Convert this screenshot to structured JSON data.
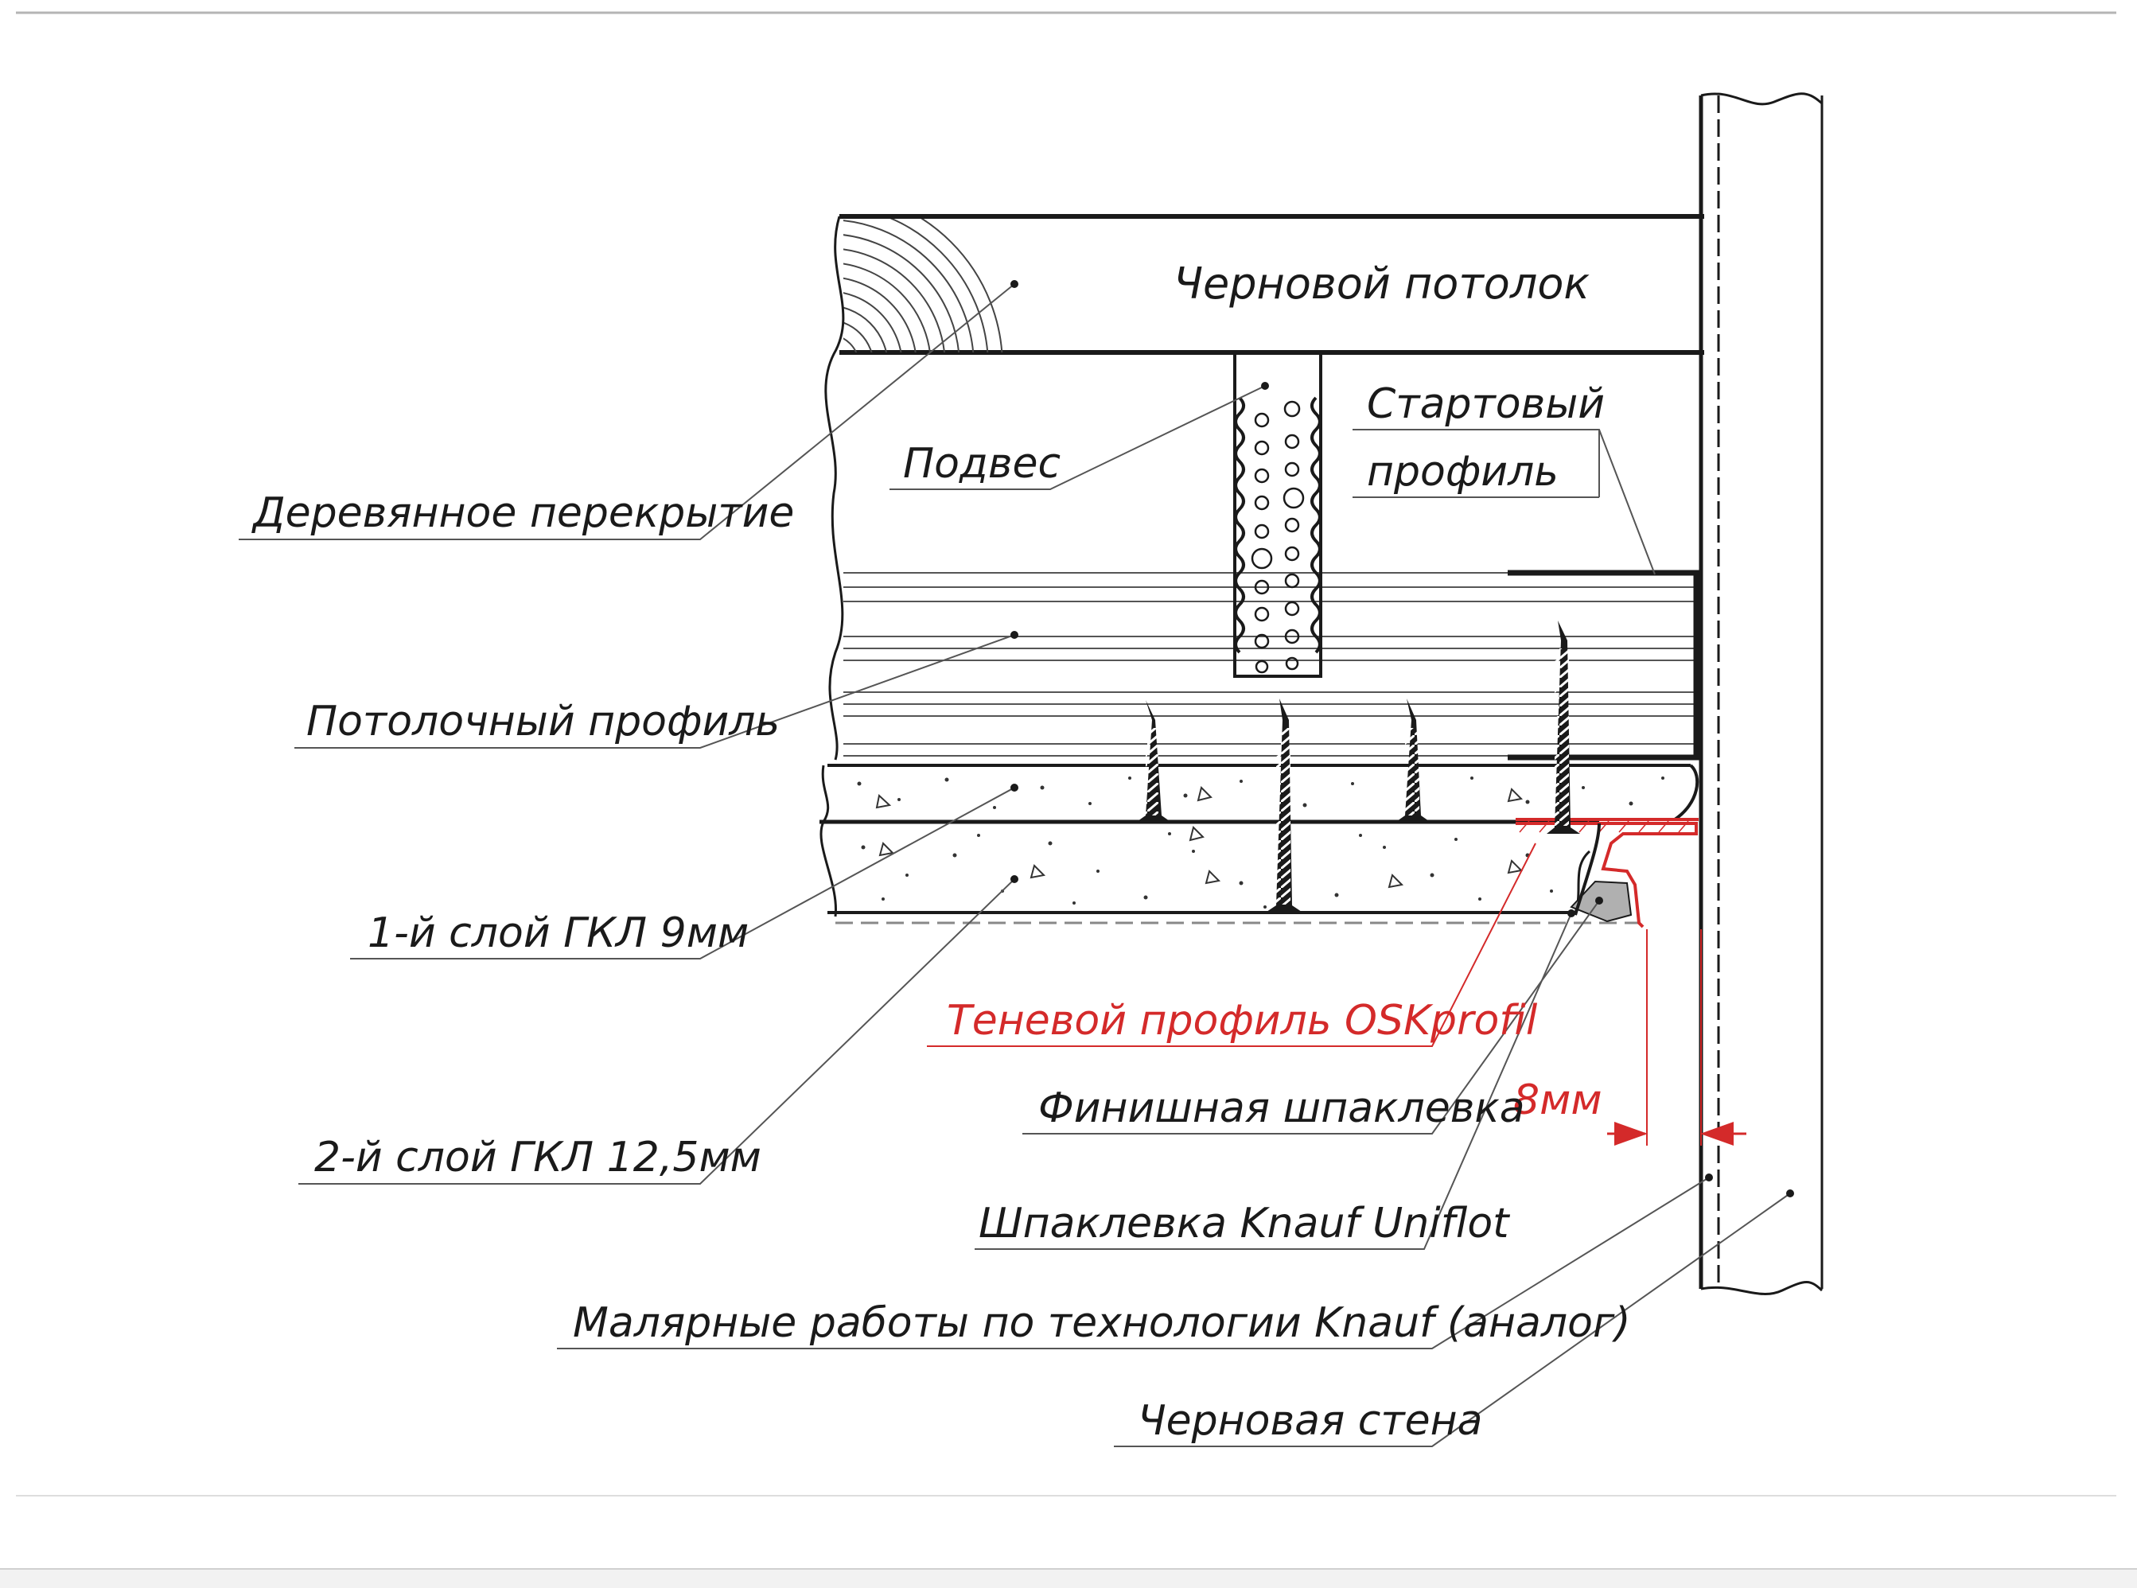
{
  "labels": {
    "rough_ceiling": "Черновой потолок",
    "hanger": "Подвес",
    "starter_profile_line1": "Стартовый",
    "starter_profile_line2": "профиль",
    "wood_floor": "Деревянное перекрытие",
    "ceiling_profile": "Потолочный профиль",
    "gkl_layer1": "1-й слой ГКЛ 9мм",
    "shadow_profile": "Теневой профиль OSKprofil",
    "finish_putty": "Финишная шпаклевка",
    "gkl_layer2": "2-й слой ГКЛ 12,5мм",
    "knauf_putty": "Шпаклевка Knauf Uniflot",
    "painting": "Малярные работы по технологии Knauf (аналог)",
    "rough_wall": "Черновая стена",
    "gap_dimension": "8мм"
  },
  "colors": {
    "line": "#1a1a1a",
    "accent_red": "#d42a2a",
    "leader_gray": "#555555",
    "frame_gray": "#b5b5b5"
  }
}
